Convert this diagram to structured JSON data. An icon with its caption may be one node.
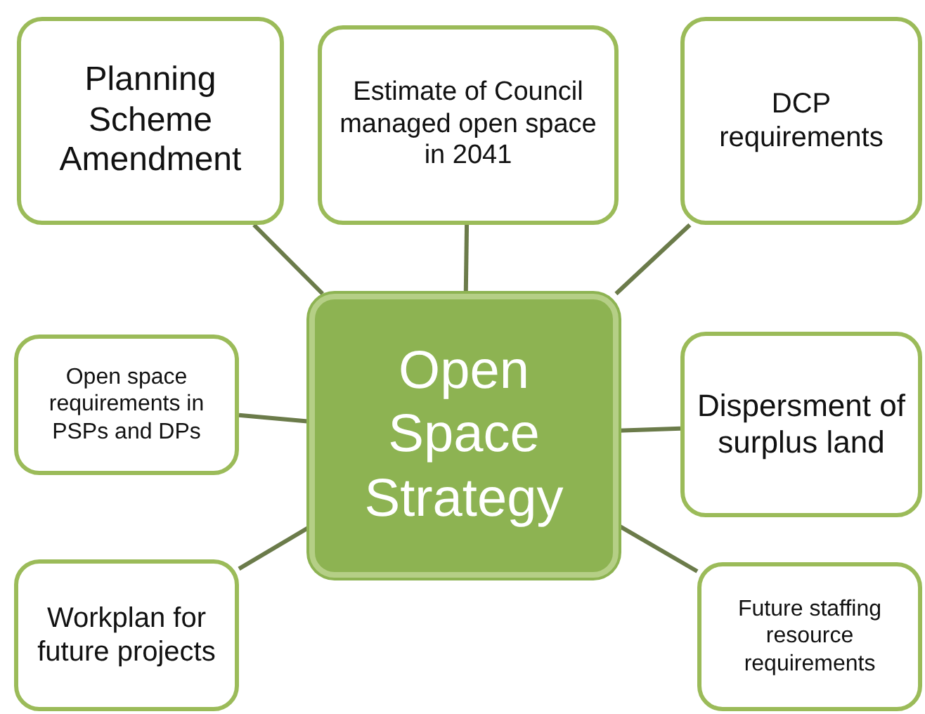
{
  "diagram": {
    "nodes": [
      {
        "text": [
          "Planning Scheme Amendment"
        ]
      },
      {
        "text": [
          "Estimate of Council managed open space in 2041"
        ]
      },
      {
        "text": [
          "DCP requirements"
        ]
      },
      {
        "text": [
          "Open Space Strategy"
        ]
      },
      {
        "text": [
          "Open space requirements in PSPs and DPs"
        ]
      },
      {
        "text": [
          "Dispersment of surplus land"
        ]
      },
      {
        "text": [
          "Workplan for future projects"
        ]
      },
      {
        "text": [
          "Future staffing resource requirements"
        ]
      }
    ],
    "edges": [
      {
        "from": 3,
        "to": 0,
        "arrow": "none"
      },
      {
        "from": 3,
        "to": 1,
        "arrow": "none"
      },
      {
        "from": 3,
        "to": 2,
        "arrow": "none"
      },
      {
        "from": 3,
        "to": 4,
        "arrow": "none"
      },
      {
        "from": 3,
        "to": 5,
        "arrow": "none"
      },
      {
        "from": 3,
        "to": 6,
        "arrow": "none"
      },
      {
        "from": 3,
        "to": 7,
        "arrow": "none"
      }
    ]
  }
}
